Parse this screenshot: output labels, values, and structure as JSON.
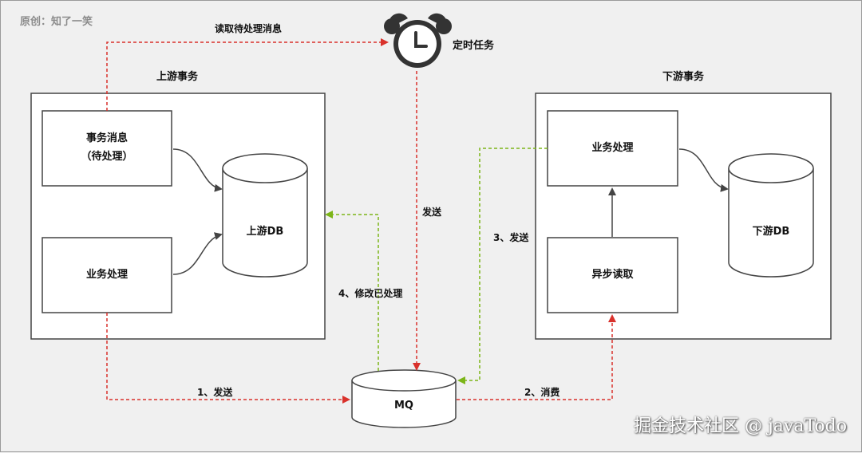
{
  "header_note": "原创：知了一笑",
  "timer": {
    "label": "定时任务"
  },
  "upstream": {
    "title": "上游事务",
    "tx_message_line1": "事务消息",
    "tx_message_line2": "（待处理）",
    "business": "业务处理",
    "db": "上游DB"
  },
  "downstream": {
    "title": "下游事务",
    "business": "业务处理",
    "async_read": "异步读取",
    "db": "下游DB"
  },
  "mq": {
    "label": "MQ"
  },
  "edges": {
    "read_pending": "读取待处理消息",
    "send": "发送",
    "step1": "1、发送",
    "step2": "2、消费",
    "step3": "3、发送",
    "step4": "4、修改已处理"
  },
  "colors": {
    "red_dashed": "#d9312b",
    "green_dashed": "#7cb518",
    "line": "#444444"
  },
  "watermark": "掘金技术社区 @ javaTodo"
}
